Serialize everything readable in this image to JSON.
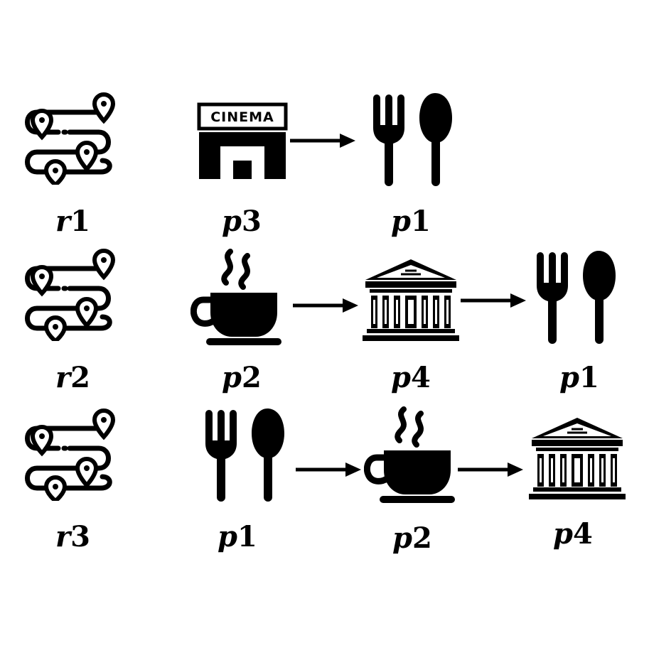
{
  "colors": {
    "ink": "#000000",
    "background": "#ffffff"
  },
  "cinema_sign": "CINEMA",
  "rows": [
    {
      "route": {
        "letter": "r",
        "number": "1",
        "icon": "route-icon"
      },
      "places": [
        {
          "letter": "p",
          "number": "3",
          "icon": "cinema-icon"
        },
        {
          "letter": "p",
          "number": "1",
          "icon": "fork-spoon-icon"
        }
      ]
    },
    {
      "route": {
        "letter": "r",
        "number": "2",
        "icon": "route-icon"
      },
      "places": [
        {
          "letter": "p",
          "number": "2",
          "icon": "coffee-cup-icon"
        },
        {
          "letter": "p",
          "number": "4",
          "icon": "museum-icon"
        },
        {
          "letter": "p",
          "number": "1",
          "icon": "fork-spoon-icon"
        }
      ]
    },
    {
      "route": {
        "letter": "r",
        "number": "3",
        "icon": "route-icon"
      },
      "places": [
        {
          "letter": "p",
          "number": "1",
          "icon": "fork-spoon-icon"
        },
        {
          "letter": "p",
          "number": "2",
          "icon": "coffee-cup-icon"
        },
        {
          "letter": "p",
          "number": "4",
          "icon": "museum-icon"
        }
      ]
    }
  ]
}
